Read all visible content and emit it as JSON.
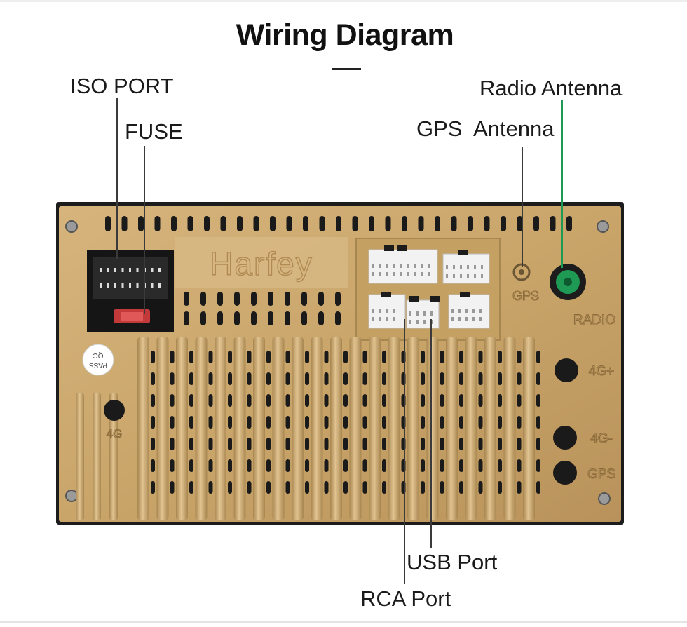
{
  "title": "Wiring Diagram",
  "callouts": {
    "iso_port": "ISO PORT",
    "fuse": "FUSE",
    "radio_antenna": "Radio Antenna",
    "gps_antenna": "GPS  Antenna",
    "usb_port": "USB Port",
    "rca_port": "RCA Port"
  },
  "device": {
    "logo": "Harfey",
    "pass_sticker": [
      "PASS",
      "QC"
    ],
    "port_labels": {
      "gps_top": "GPS",
      "radio": "RADIO",
      "port_4g_plus": "4G+",
      "port_4g_minus": "4G-",
      "gps_side": "GPS",
      "port_4g_left": "4G"
    }
  },
  "colors": {
    "chassis_gold": "#c9a56a",
    "chassis_shadow": "#8a6a3a",
    "frame_dark": "#1c1c1c",
    "radio_connector_green": "#1f9a55",
    "connector_white": "#f2f2f2",
    "fuse_red": "#c43a3a"
  }
}
